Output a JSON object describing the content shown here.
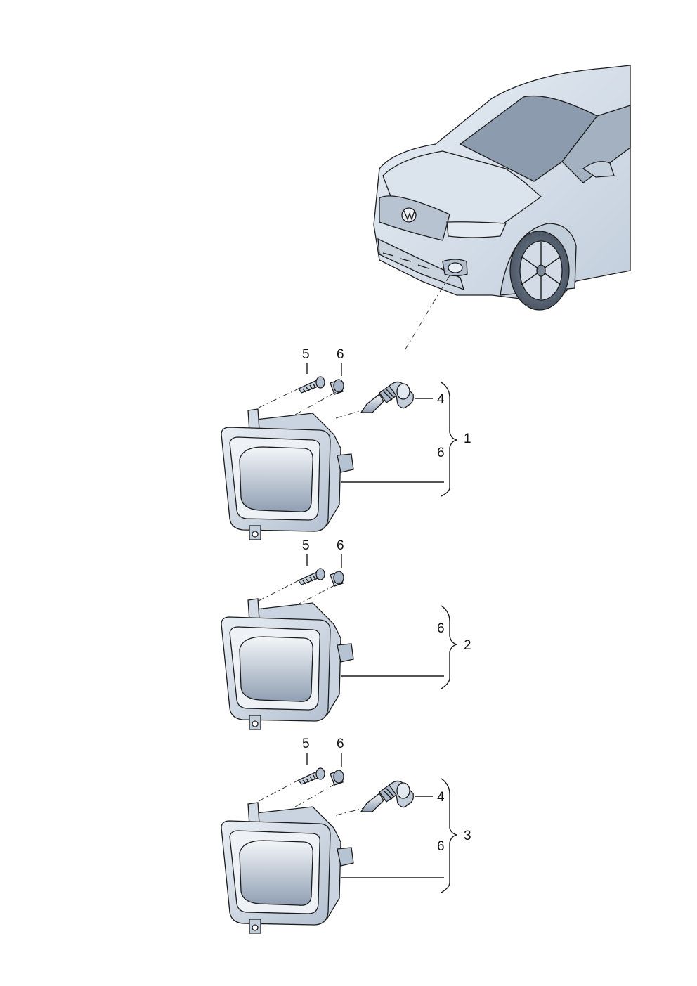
{
  "groups": [
    {
      "id": "1",
      "label": "1",
      "screw": "5",
      "spacer": "6",
      "bulb": "4",
      "lamp": "6",
      "has_bulb": true
    },
    {
      "id": "2",
      "label": "2",
      "screw": "5",
      "spacer": "6",
      "lamp": "6",
      "has_bulb": false
    },
    {
      "id": "3",
      "label": "3",
      "screw": "5",
      "spacer": "6",
      "bulb": "4",
      "lamp": "6",
      "has_bulb": true
    }
  ],
  "colors": {
    "shade": "#d9e3ee",
    "shade_dark": "#b9c6d6",
    "line": "#1a1a1a"
  }
}
